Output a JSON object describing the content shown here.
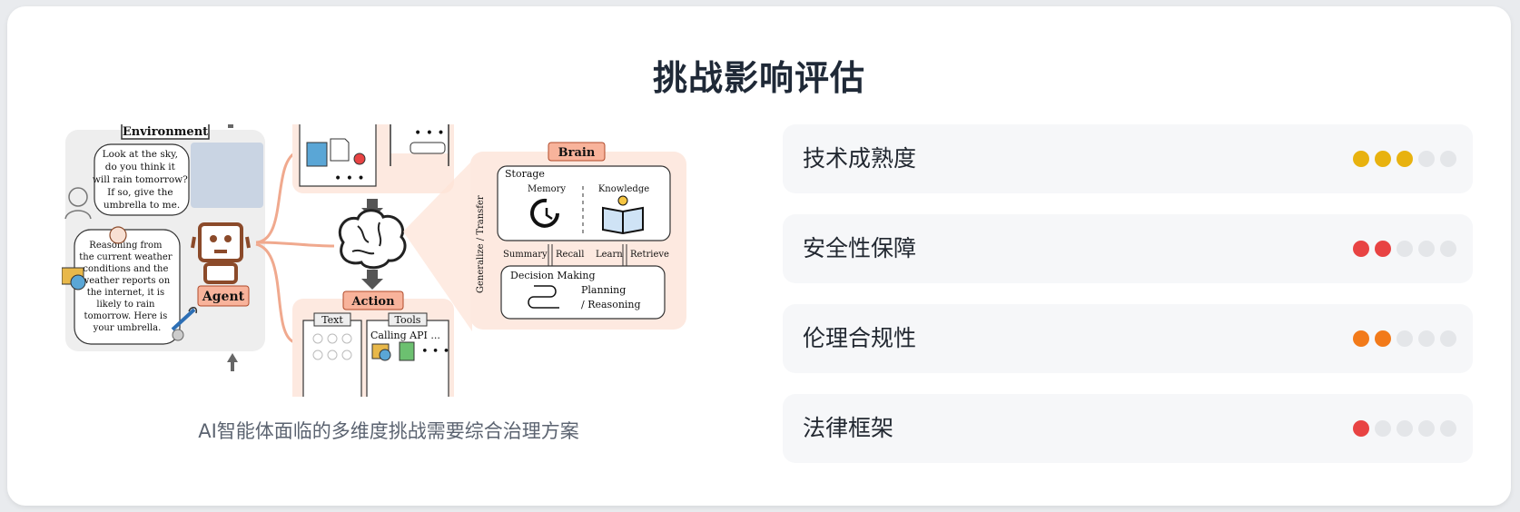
{
  "title": "挑战影响评估",
  "caption": "AI智能体面临的多维度挑战需要综合治理方案",
  "figure": {
    "environment": "Environment",
    "agent": "Agent",
    "brain": "Brain",
    "action": "Action",
    "storage": "Storage",
    "memory": "Memory",
    "knowledge": "Knowledge",
    "summary": "Summary",
    "recall": "Recall",
    "learn": "Learn",
    "retrieve": "Retrieve",
    "generalize": "Generalize / Transfer",
    "decision_making": "Decision Making",
    "planning": "Planning",
    "reasoning": "/ Reasoning",
    "text": "Text",
    "tools": "Tools",
    "calling_api": "Calling API ...",
    "bubble1": [
      "Look at the sky,",
      "do you think it",
      "will rain tomorrow?",
      "If so, give the",
      "umbrella to me."
    ],
    "bubble2": [
      "Reasoning from",
      "the current weather",
      "conditions and the",
      "weather reports on",
      "the internet, it is",
      "likely to rain",
      "tomorrow. Here is",
      "your umbrella."
    ]
  },
  "ratings": [
    {
      "label": "技术成熟度",
      "level": 3,
      "color": "#e8b20f"
    },
    {
      "label": "安全性保障",
      "level": 2,
      "color": "#e84343"
    },
    {
      "label": "伦理合规性",
      "level": 2,
      "color": "#f27a1a"
    },
    {
      "label": "法律框架",
      "level": 1,
      "color": "#e84343"
    }
  ]
}
